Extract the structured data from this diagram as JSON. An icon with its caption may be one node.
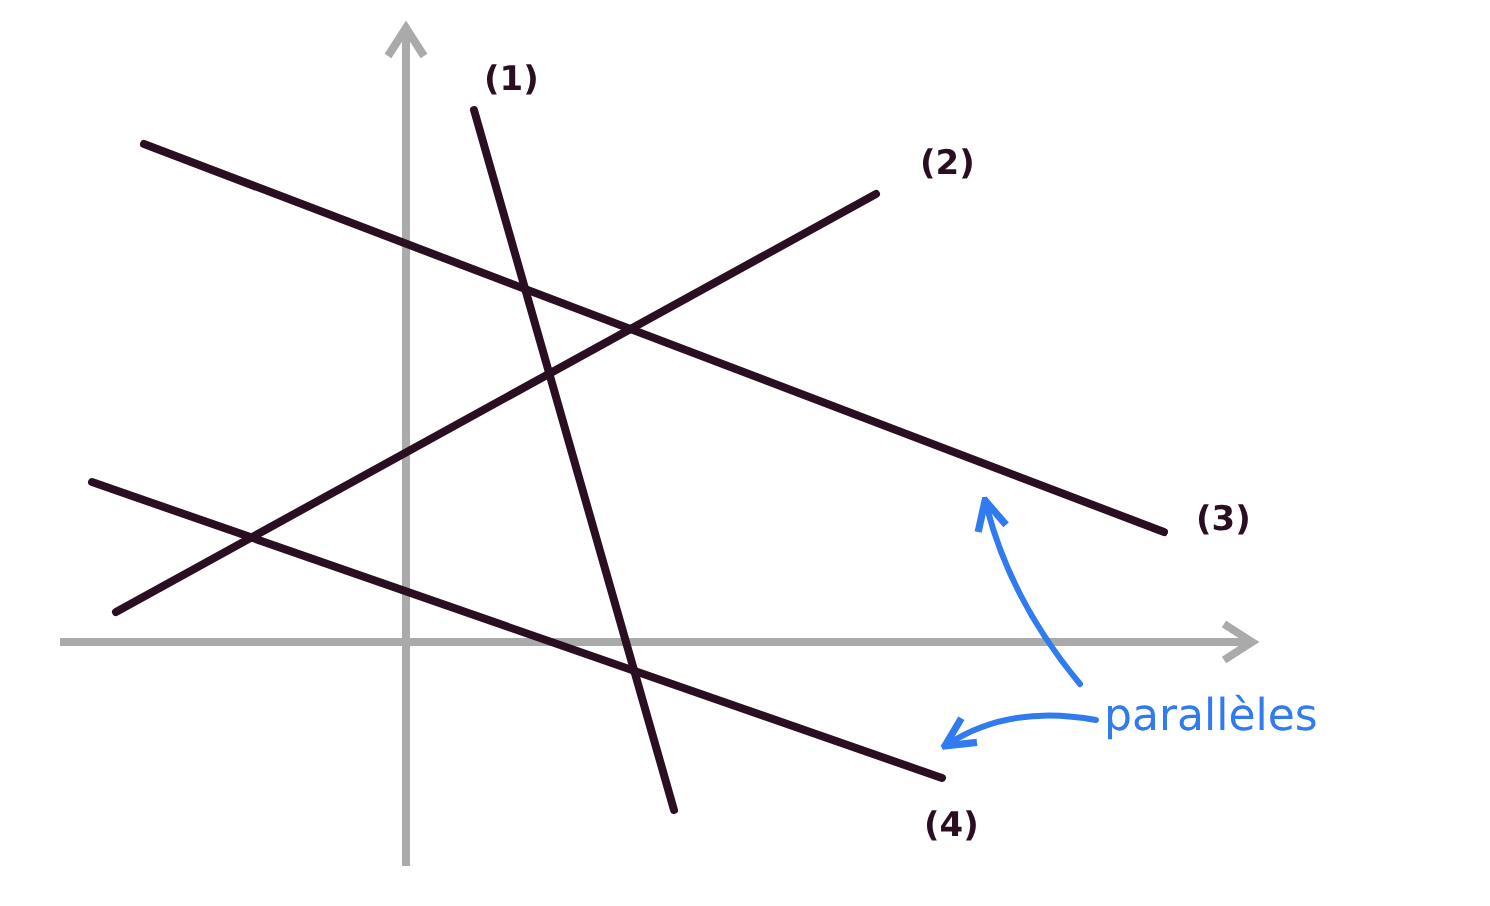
{
  "diagram": {
    "nodes": [
      {
        "text": [
          "parallèles"
        ]
      },
      {
        "text": [],
        "shape": "line",
        "beside": [
          "(1)"
        ]
      },
      {
        "text": [],
        "shape": "line"
      },
      {
        "text": [],
        "shape": "line",
        "beside": [
          "(3)"
        ]
      },
      {
        "text": [],
        "shape": "line",
        "beside": [
          "(4)"
        ]
      }
    ],
    "edges": [
      {
        "from": 0,
        "to": 3,
        "arrow": "to"
      },
      {
        "from": 0,
        "to": 4,
        "arrow": "to"
      }
    ],
    "labels": [
      "(2)"
    ]
  }
}
